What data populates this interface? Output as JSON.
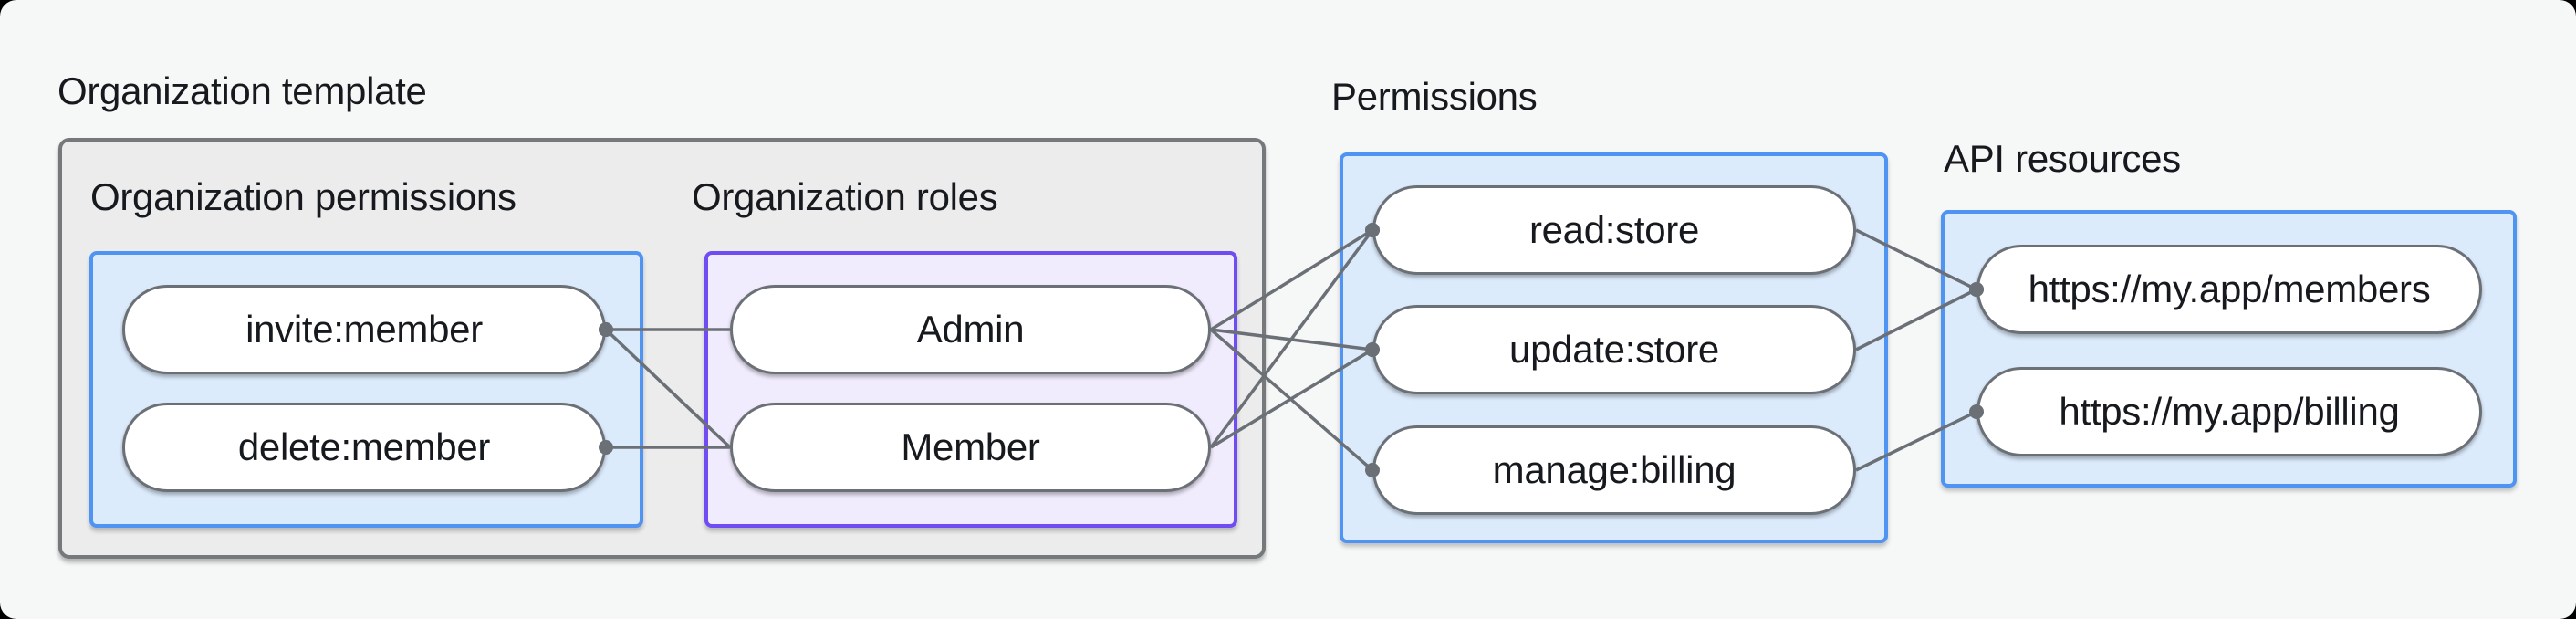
{
  "canvas": {
    "background": "#f6f7f7"
  },
  "colors": {
    "connector_line": "#6b7076",
    "connector_dot": "#6b7076",
    "blue_border": "#4f93f3",
    "blue_fill": "#dcebfc",
    "purple_border": "#6f4df2",
    "purple_fill": "#f1ecfd",
    "gray_border": "#75797c",
    "gray_fill": "#ececec",
    "pill_border": "#6b7076",
    "pill_fill": "#ffffff",
    "text": "#16191d"
  },
  "org_template": {
    "title": "Organization template",
    "permissions_group": {
      "title": "Organization permissions",
      "items": [
        {
          "id": "invite-member",
          "label": "invite:member"
        },
        {
          "id": "delete-member",
          "label": "delete:member"
        }
      ]
    },
    "roles_group": {
      "title": "Organization roles",
      "items": [
        {
          "id": "admin",
          "label": "Admin"
        },
        {
          "id": "member",
          "label": "Member"
        }
      ]
    }
  },
  "permissions": {
    "title": "Permissions",
    "items": [
      {
        "id": "read-store",
        "label": "read:store"
      },
      {
        "id": "update-store",
        "label": "update:store"
      },
      {
        "id": "manage-billing",
        "label": "manage:billing"
      }
    ]
  },
  "api_resources": {
    "title": "API resources",
    "items": [
      {
        "id": "members-resource",
        "label": "https://my.app/members"
      },
      {
        "id": "billing-resource",
        "label": "https://my.app/billing"
      }
    ]
  },
  "edges": [
    {
      "from": "invite-member",
      "to": "admin",
      "dot": "from"
    },
    {
      "from": "invite-member",
      "to": "member",
      "dot": "from"
    },
    {
      "from": "delete-member",
      "to": "member",
      "dot": "from"
    },
    {
      "from": "admin",
      "to": "read-store",
      "dot": "to"
    },
    {
      "from": "admin",
      "to": "update-store",
      "dot": "to"
    },
    {
      "from": "admin",
      "to": "manage-billing",
      "dot": "to"
    },
    {
      "from": "member",
      "to": "read-store",
      "dot": "to"
    },
    {
      "from": "member",
      "to": "update-store",
      "dot": "to"
    },
    {
      "from": "read-store",
      "to": "members-resource",
      "dot": "to"
    },
    {
      "from": "update-store",
      "to": "members-resource",
      "dot": "to"
    },
    {
      "from": "manage-billing",
      "to": "billing-resource",
      "dot": "to"
    }
  ]
}
